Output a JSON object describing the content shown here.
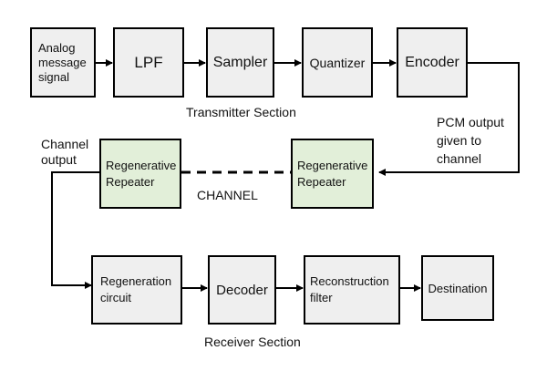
{
  "blocks": {
    "analog_message_signal": "Analog\nmessage\nsignal",
    "lpf": "LPF",
    "sampler": "Sampler",
    "quantizer": "Quantizer",
    "encoder": "Encoder",
    "regenerative_repeater_left": "Regenerative\nRepeater",
    "regenerative_repeater_right": "Regenerative\nRepeater",
    "regeneration_circuit": "Regeneration\ncircuit",
    "decoder": "Decoder",
    "reconstruction_filter": "Reconstruction\nfilter",
    "destination": "Destination"
  },
  "labels": {
    "transmitter_section": "Transmitter Section",
    "pcm_output": "PCM output\ngiven to\nchannel",
    "channel_output": "Channel\noutput",
    "channel": "CHANNEL",
    "receiver_section": "Receiver Section"
  },
  "colors": {
    "block_fill": "#efefef",
    "repeater_fill": "#e2efd9",
    "line": "#000000"
  }
}
